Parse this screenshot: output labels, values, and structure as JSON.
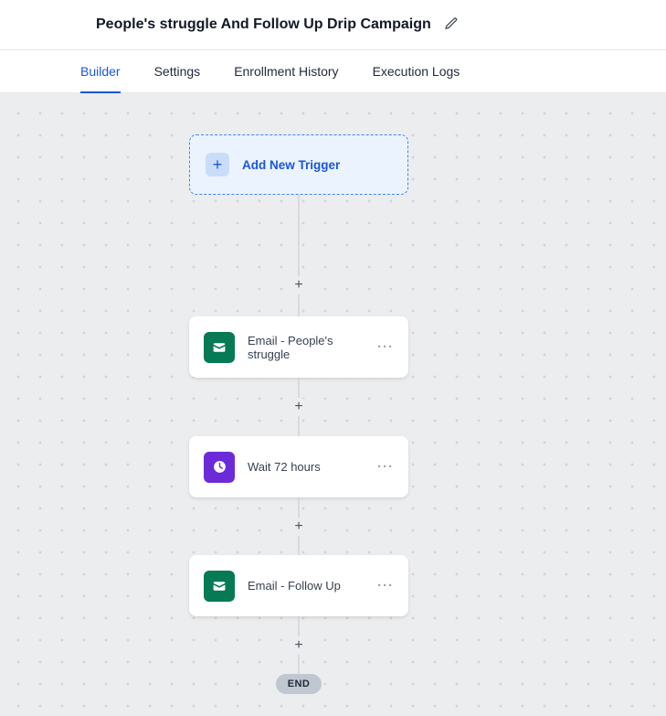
{
  "header": {
    "title": "People's struggle And Follow Up Drip Campaign"
  },
  "tabs": [
    {
      "label": "Builder",
      "active": true
    },
    {
      "label": "Settings",
      "active": false
    },
    {
      "label": "Enrollment History",
      "active": false
    },
    {
      "label": "Execution Logs",
      "active": false
    }
  ],
  "canvas": {
    "trigger": {
      "label": "Add New Trigger",
      "plus_glyph": "+"
    },
    "plus_glyph": "+",
    "menu_glyph": "···",
    "nodes": [
      {
        "type": "email",
        "label": "Email - People's struggle"
      },
      {
        "type": "wait",
        "label": "Wait 72 hours"
      },
      {
        "type": "email",
        "label": "Email - Follow Up"
      }
    ],
    "end_label": "END"
  },
  "colors": {
    "accent_blue": "#1a56db",
    "trigger_bg": "#ebf3fe",
    "trigger_border": "#3f83f8",
    "email_icon_bg": "#057a55",
    "wait_icon_bg": "#6c2bd9",
    "canvas_bg": "#ecedef",
    "end_pill_bg": "#c1c7d0"
  }
}
